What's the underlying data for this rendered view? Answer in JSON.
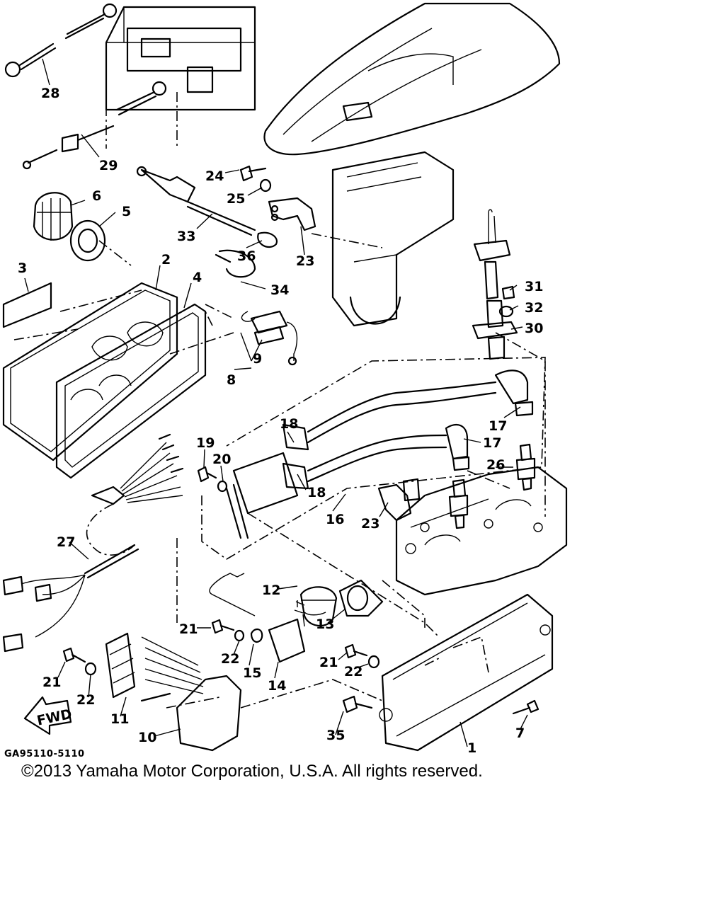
{
  "figure": {
    "code": "GA95110-5110",
    "direction_arrow": "FWD",
    "copyright": "©2013 Yamaha Motor Corporation, U.S.A. All rights reserved."
  },
  "callouts": [
    "28",
    "29",
    "24",
    "25",
    "6",
    "5",
    "33",
    "36",
    "23",
    "34",
    "3",
    "2",
    "4",
    "9",
    "8",
    "31",
    "32",
    "30",
    "18",
    "17",
    "17",
    "19",
    "20",
    "26",
    "18",
    "16",
    "23",
    "27",
    "12",
    "13",
    "21",
    "22",
    "15",
    "14",
    "21",
    "22",
    "21",
    "22",
    "11",
    "10",
    "35",
    "1",
    "7"
  ]
}
